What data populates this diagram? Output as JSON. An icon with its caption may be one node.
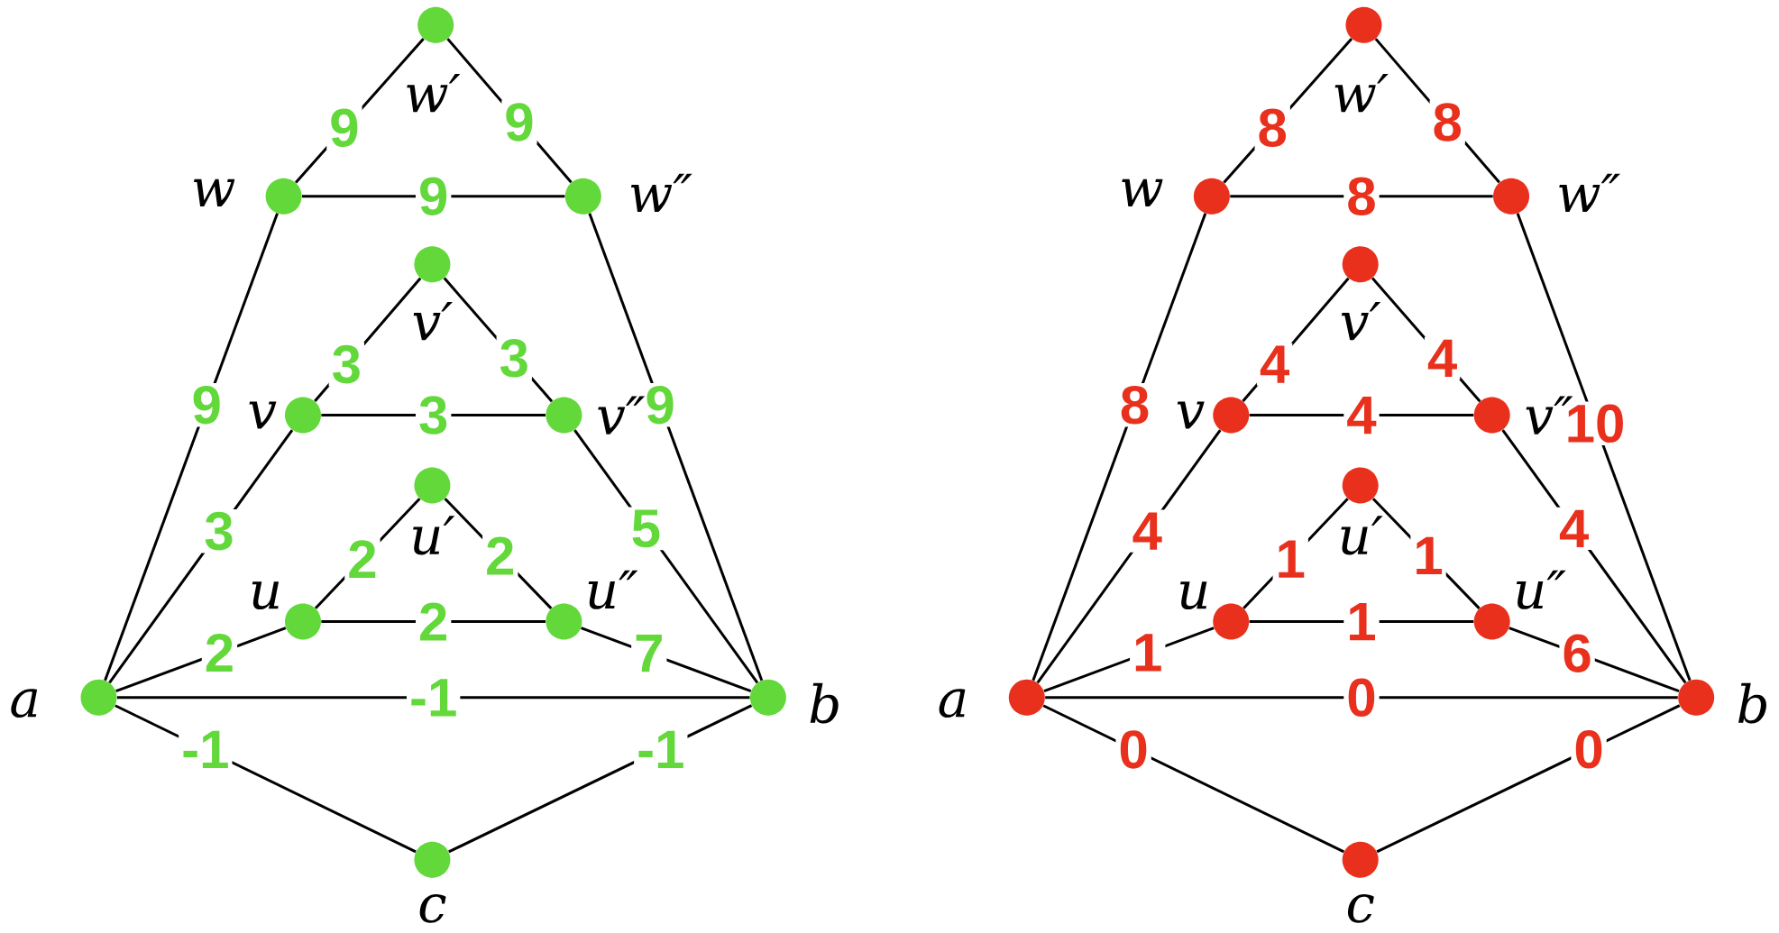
{
  "diagram": {
    "nodes": [
      {
        "text": [],
        "shape": "circle",
        "beside": [
          "w′"
        ]
      },
      {
        "text": [],
        "shape": "circle",
        "beside": [
          "w"
        ]
      },
      {
        "text": [],
        "shape": "circle",
        "beside": [
          "w″"
        ]
      },
      {
        "text": [],
        "shape": "circle",
        "beside": [
          "v′"
        ]
      },
      {
        "text": [],
        "shape": "circle",
        "beside": [
          "v"
        ]
      },
      {
        "text": [],
        "shape": "circle",
        "beside": [
          "v″"
        ]
      },
      {
        "text": [],
        "shape": "circle",
        "beside": [
          "u′"
        ]
      },
      {
        "text": [],
        "shape": "circle",
        "beside": [
          "u"
        ]
      },
      {
        "text": [],
        "shape": "circle",
        "beside": [
          "u″"
        ]
      },
      {
        "text": [],
        "shape": "circle",
        "beside": [
          "a"
        ]
      },
      {
        "text": [],
        "shape": "circle",
        "beside": [
          "b"
        ]
      },
      {
        "text": [],
        "shape": "circle",
        "beside": [
          "c"
        ]
      },
      {
        "text": [],
        "shape": "circle",
        "beside": [
          "w′"
        ]
      },
      {
        "text": [],
        "shape": "circle",
        "beside": [
          "w"
        ]
      },
      {
        "text": [],
        "shape": "circle",
        "beside": [
          "w″"
        ]
      },
      {
        "text": [],
        "shape": "circle",
        "beside": [
          "v′"
        ]
      },
      {
        "text": [],
        "shape": "circle",
        "beside": [
          "v"
        ]
      },
      {
        "text": [],
        "shape": "circle",
        "beside": [
          "v″"
        ]
      },
      {
        "text": [],
        "shape": "circle",
        "beside": [
          "u′"
        ]
      },
      {
        "text": [],
        "shape": "circle",
        "beside": [
          "u"
        ]
      },
      {
        "text": [],
        "shape": "circle",
        "beside": [
          "u″"
        ]
      },
      {
        "text": [],
        "shape": "circle",
        "beside": [
          "a"
        ]
      },
      {
        "text": [],
        "shape": "circle",
        "beside": [
          "b"
        ]
      },
      {
        "text": [],
        "shape": "circle",
        "beside": [
          "c"
        ]
      }
    ],
    "edges": [
      {
        "from": 0,
        "to": 1,
        "arrow": "none",
        "label": "9"
      },
      {
        "from": 0,
        "to": 2,
        "arrow": "none",
        "label": "9"
      },
      {
        "from": 1,
        "to": 2,
        "arrow": "none",
        "label": "9"
      },
      {
        "from": 1,
        "to": 9,
        "arrow": "none",
        "label": "9"
      },
      {
        "from": 2,
        "to": 10,
        "arrow": "none",
        "label": "9"
      },
      {
        "from": 3,
        "to": 4,
        "arrow": "none",
        "label": "3"
      },
      {
        "from": 3,
        "to": 5,
        "arrow": "none",
        "label": "3"
      },
      {
        "from": 4,
        "to": 5,
        "arrow": "none",
        "label": "3"
      },
      {
        "from": 4,
        "to": 9,
        "arrow": "none",
        "label": "3"
      },
      {
        "from": 5,
        "to": 10,
        "arrow": "none",
        "label": "5"
      },
      {
        "from": 6,
        "to": 7,
        "arrow": "none",
        "label": "2"
      },
      {
        "from": 6,
        "to": 8,
        "arrow": "none",
        "label": "2"
      },
      {
        "from": 7,
        "to": 8,
        "arrow": "none",
        "label": "2"
      },
      {
        "from": 7,
        "to": 9,
        "arrow": "none",
        "label": "2"
      },
      {
        "from": 8,
        "to": 10,
        "arrow": "none",
        "label": "7"
      },
      {
        "from": 9,
        "to": 10,
        "arrow": "none",
        "label": "-1"
      },
      {
        "from": 9,
        "to": 11,
        "arrow": "none",
        "label": "-1"
      },
      {
        "from": 11,
        "to": 10,
        "arrow": "none",
        "label": "-1"
      },
      {
        "from": 12,
        "to": 13,
        "arrow": "none",
        "label": "8"
      },
      {
        "from": 12,
        "to": 14,
        "arrow": "none",
        "label": "8"
      },
      {
        "from": 13,
        "to": 14,
        "arrow": "none",
        "label": "8"
      },
      {
        "from": 13,
        "to": 21,
        "arrow": "none",
        "label": "8"
      },
      {
        "from": 14,
        "to": 22,
        "arrow": "none",
        "label": "10"
      },
      {
        "from": 15,
        "to": 16,
        "arrow": "none",
        "label": "4"
      },
      {
        "from": 15,
        "to": 17,
        "arrow": "none",
        "label": "4"
      },
      {
        "from": 16,
        "to": 17,
        "arrow": "none",
        "label": "4"
      },
      {
        "from": 16,
        "to": 21,
        "arrow": "none",
        "label": "4"
      },
      {
        "from": 17,
        "to": 22,
        "arrow": "none",
        "label": "4"
      },
      {
        "from": 18,
        "to": 19,
        "arrow": "none",
        "label": "1"
      },
      {
        "from": 18,
        "to": 20,
        "arrow": "none",
        "label": "1"
      },
      {
        "from": 19,
        "to": 20,
        "arrow": "none",
        "label": "1"
      },
      {
        "from": 19,
        "to": 21,
        "arrow": "none",
        "label": "1"
      },
      {
        "from": 20,
        "to": 22,
        "arrow": "none",
        "label": "6"
      },
      {
        "from": 21,
        "to": 22,
        "arrow": "none",
        "label": "0"
      },
      {
        "from": 21,
        "to": 23,
        "arrow": "none",
        "label": "0"
      },
      {
        "from": 23,
        "to": 22,
        "arrow": "none",
        "label": "0"
      }
    ]
  }
}
